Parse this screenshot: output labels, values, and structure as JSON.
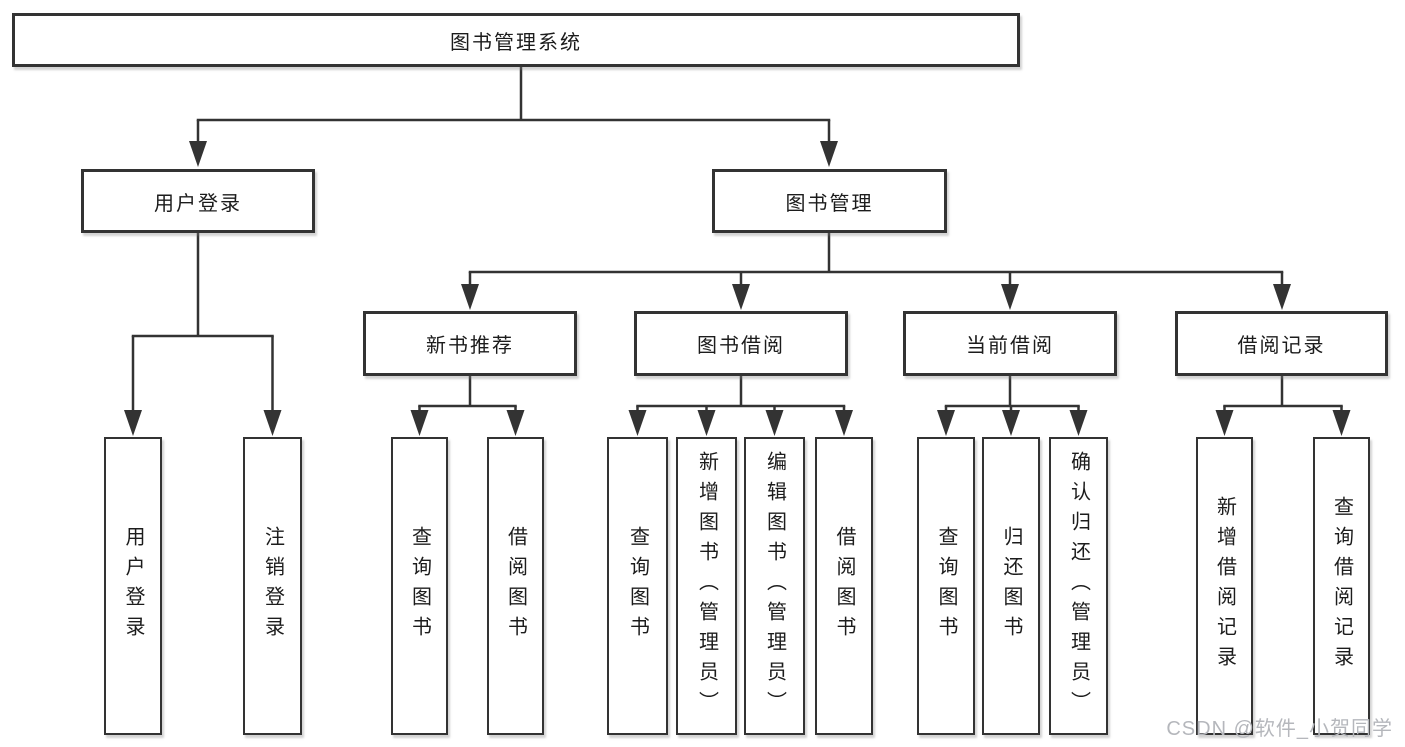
{
  "diagram": {
    "root": {
      "label": "图书管理系统"
    },
    "children": [
      {
        "label": "用户登录",
        "children": [
          {
            "label": "用户登录"
          },
          {
            "label": "注销登录"
          }
        ]
      },
      {
        "label": "图书管理",
        "children": [
          {
            "label": "新书推荐",
            "children": [
              {
                "label": "查询图书"
              },
              {
                "label": "借阅图书"
              }
            ]
          },
          {
            "label": "图书借阅",
            "children": [
              {
                "label": "查询图书"
              },
              {
                "label": "新增图书（管理员）"
              },
              {
                "label": "编辑图书（管理员）"
              },
              {
                "label": "借阅图书"
              }
            ]
          },
          {
            "label": "当前借阅",
            "children": [
              {
                "label": "查询图书"
              },
              {
                "label": "归还图书"
              },
              {
                "label": "确认归还（管理员）"
              }
            ]
          },
          {
            "label": "借阅记录",
            "children": [
              {
                "label": "新增借阅记录"
              },
              {
                "label": "查询借阅记录"
              }
            ]
          }
        ]
      }
    ]
  },
  "watermark": {
    "text": "CSDN @软件_小贺同学"
  },
  "colors": {
    "line": "#333333",
    "box_border": "#333333",
    "box_fill": "#ffffff",
    "text": "#1c1c1c",
    "watermark": "#b5b7bc"
  }
}
